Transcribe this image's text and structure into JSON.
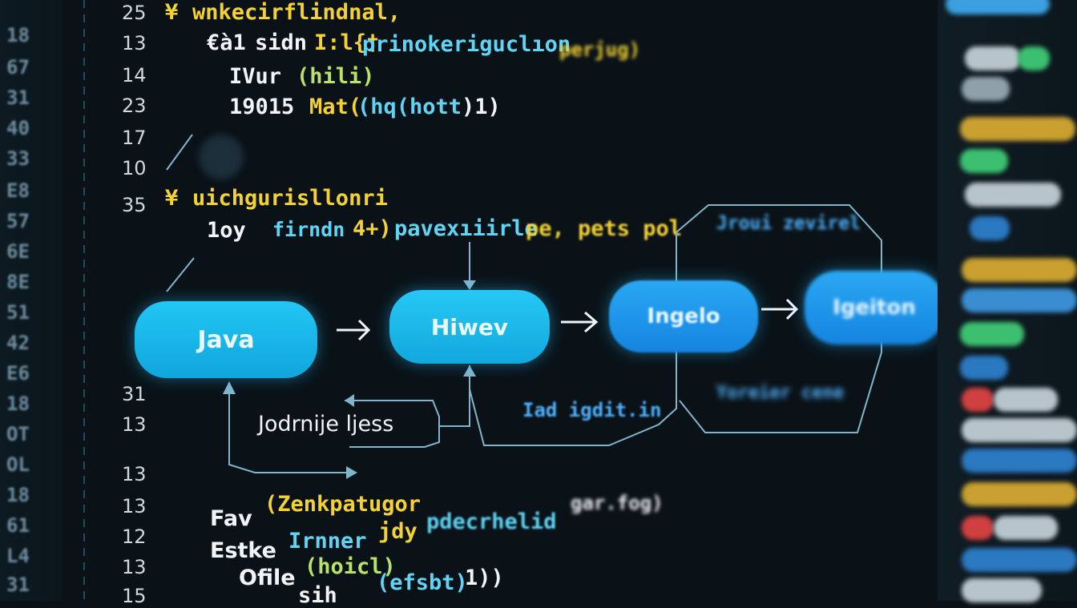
{
  "gutter_far": [
    "18",
    "67",
    "31",
    "40",
    "33",
    "E8",
    "57",
    "6E",
    "8E",
    "51",
    "42",
    "E6",
    "18",
    "OT",
    "OL",
    "18",
    "61",
    "L4",
    "31"
  ],
  "line_numbers": {
    "l1": "25",
    "l2": "13",
    "l3": "14",
    "l4": "23",
    "l5": "17",
    "l6": "10",
    "l7": "35",
    "l8": "31",
    "l9": "13",
    "l10": "13",
    "l11": "13",
    "l12": "12",
    "l13": "13",
    "l14": "15"
  },
  "code": {
    "line1_marker": "¥",
    "line1_text": "wnkecirflindnal,",
    "line2_a": "€à1",
    "line2_b": "sidn",
    "line2_c": "I:l{†",
    "line2_d": "prinokeriguclıon",
    "line2_e": "perjug)",
    "line3_a": "IVur",
    "line3_b": "(hili)",
    "line4_a": "19015",
    "line4_b": "Mat(",
    "line4_c": "(hq(hott)",
    "line4_d": ")1)",
    "line7_marker": "¥",
    "line7_text": "uichgurisllonri",
    "line8_a": "1oy",
    "line8_b": "firndn",
    "line8_c": "4+)",
    "line8_d": "pavexıiirle",
    "line8_e": "pe, pets pol",
    "line11_a": "Fav",
    "line11_b": "(Zenkpatugor",
    "line12_a": "Estke",
    "line12_b": "Irnner",
    "line12_c": "jdy",
    "line12_d": "pdecrhelid",
    "line12_e": "gar.fog)",
    "line13_a": "Ofile",
    "line13_b": "(hoicl)",
    "line14_a": "sih",
    "line14_b": "(efsbt)",
    "line14_c": "1))"
  },
  "diagram": {
    "node1": "Java",
    "node2": "Hiwev",
    "node3": "Ingelo",
    "node4": "Igeiton",
    "loop_label": "Jodrnije ljess",
    "mid_label": "Iad igdit.in",
    "right_label_top": "Jroui zevirel",
    "right_label_bottom": "Yoreier cene"
  },
  "colors": {
    "background": "#0a1218",
    "node_cyan": "#19b6e8",
    "node_blue": "#1f8fe6",
    "keyword_yellow": "#f5d233",
    "string_cyan": "#5fd4f4"
  }
}
